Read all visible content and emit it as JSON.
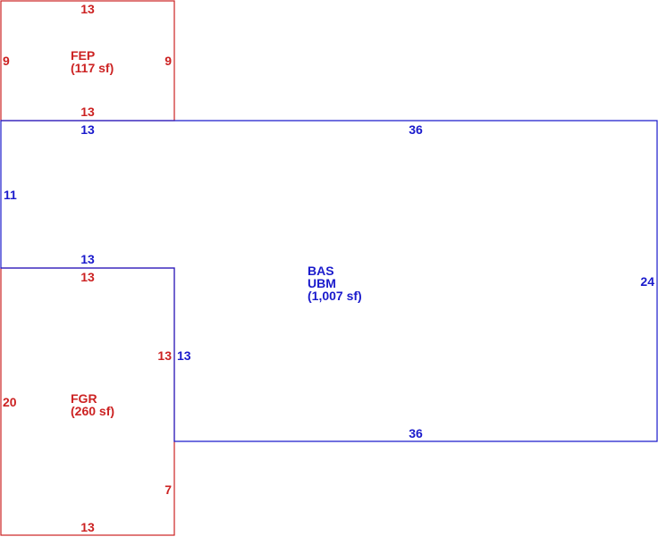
{
  "colors": {
    "fep": "#cc2222",
    "fgr": "#cc2222",
    "bas": "#1a1acc",
    "background": "#ffffff"
  },
  "areas": {
    "fep": {
      "code": "FEP",
      "area": "(117 sf)",
      "dims": {
        "top": "13",
        "left": "9",
        "right": "9",
        "bottom": "13"
      }
    },
    "bas": {
      "codes": [
        "BAS",
        "UBM"
      ],
      "area": "(1,007 sf)",
      "dims": {
        "top_left": "13",
        "top_right": "36",
        "left": "11",
        "notch_bottom": "13",
        "notch_side": "13",
        "right": "24",
        "bottom": "36"
      }
    },
    "fgr": {
      "code": "FGR",
      "area": "(260 sf)",
      "dims": {
        "top": "13",
        "left": "20",
        "right_upper": "13",
        "right_lower": "7",
        "bottom": "13"
      }
    }
  }
}
